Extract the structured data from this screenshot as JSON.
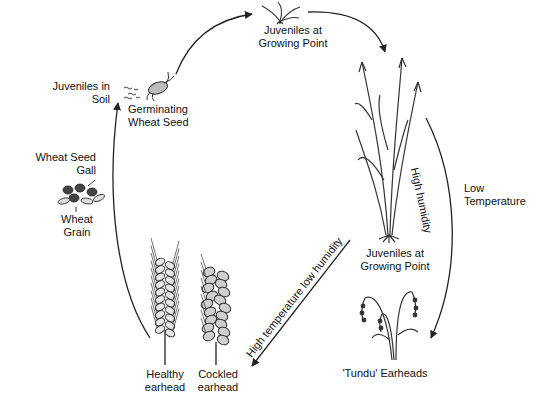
{
  "diagram": {
    "labels": [
      "Juveniles at Growing Point",
      "Juveniles in Soil",
      "Germinating Wheat Seed",
      "Wheat Seed Gall",
      "Wheat Grain",
      "Juveniles at Growing Point",
      "High temperature low humidity",
      "High humidity",
      "Low Temperature",
      "'Tundu' Earheads",
      "Healthy earhead",
      "Cockled earhead"
    ]
  }
}
